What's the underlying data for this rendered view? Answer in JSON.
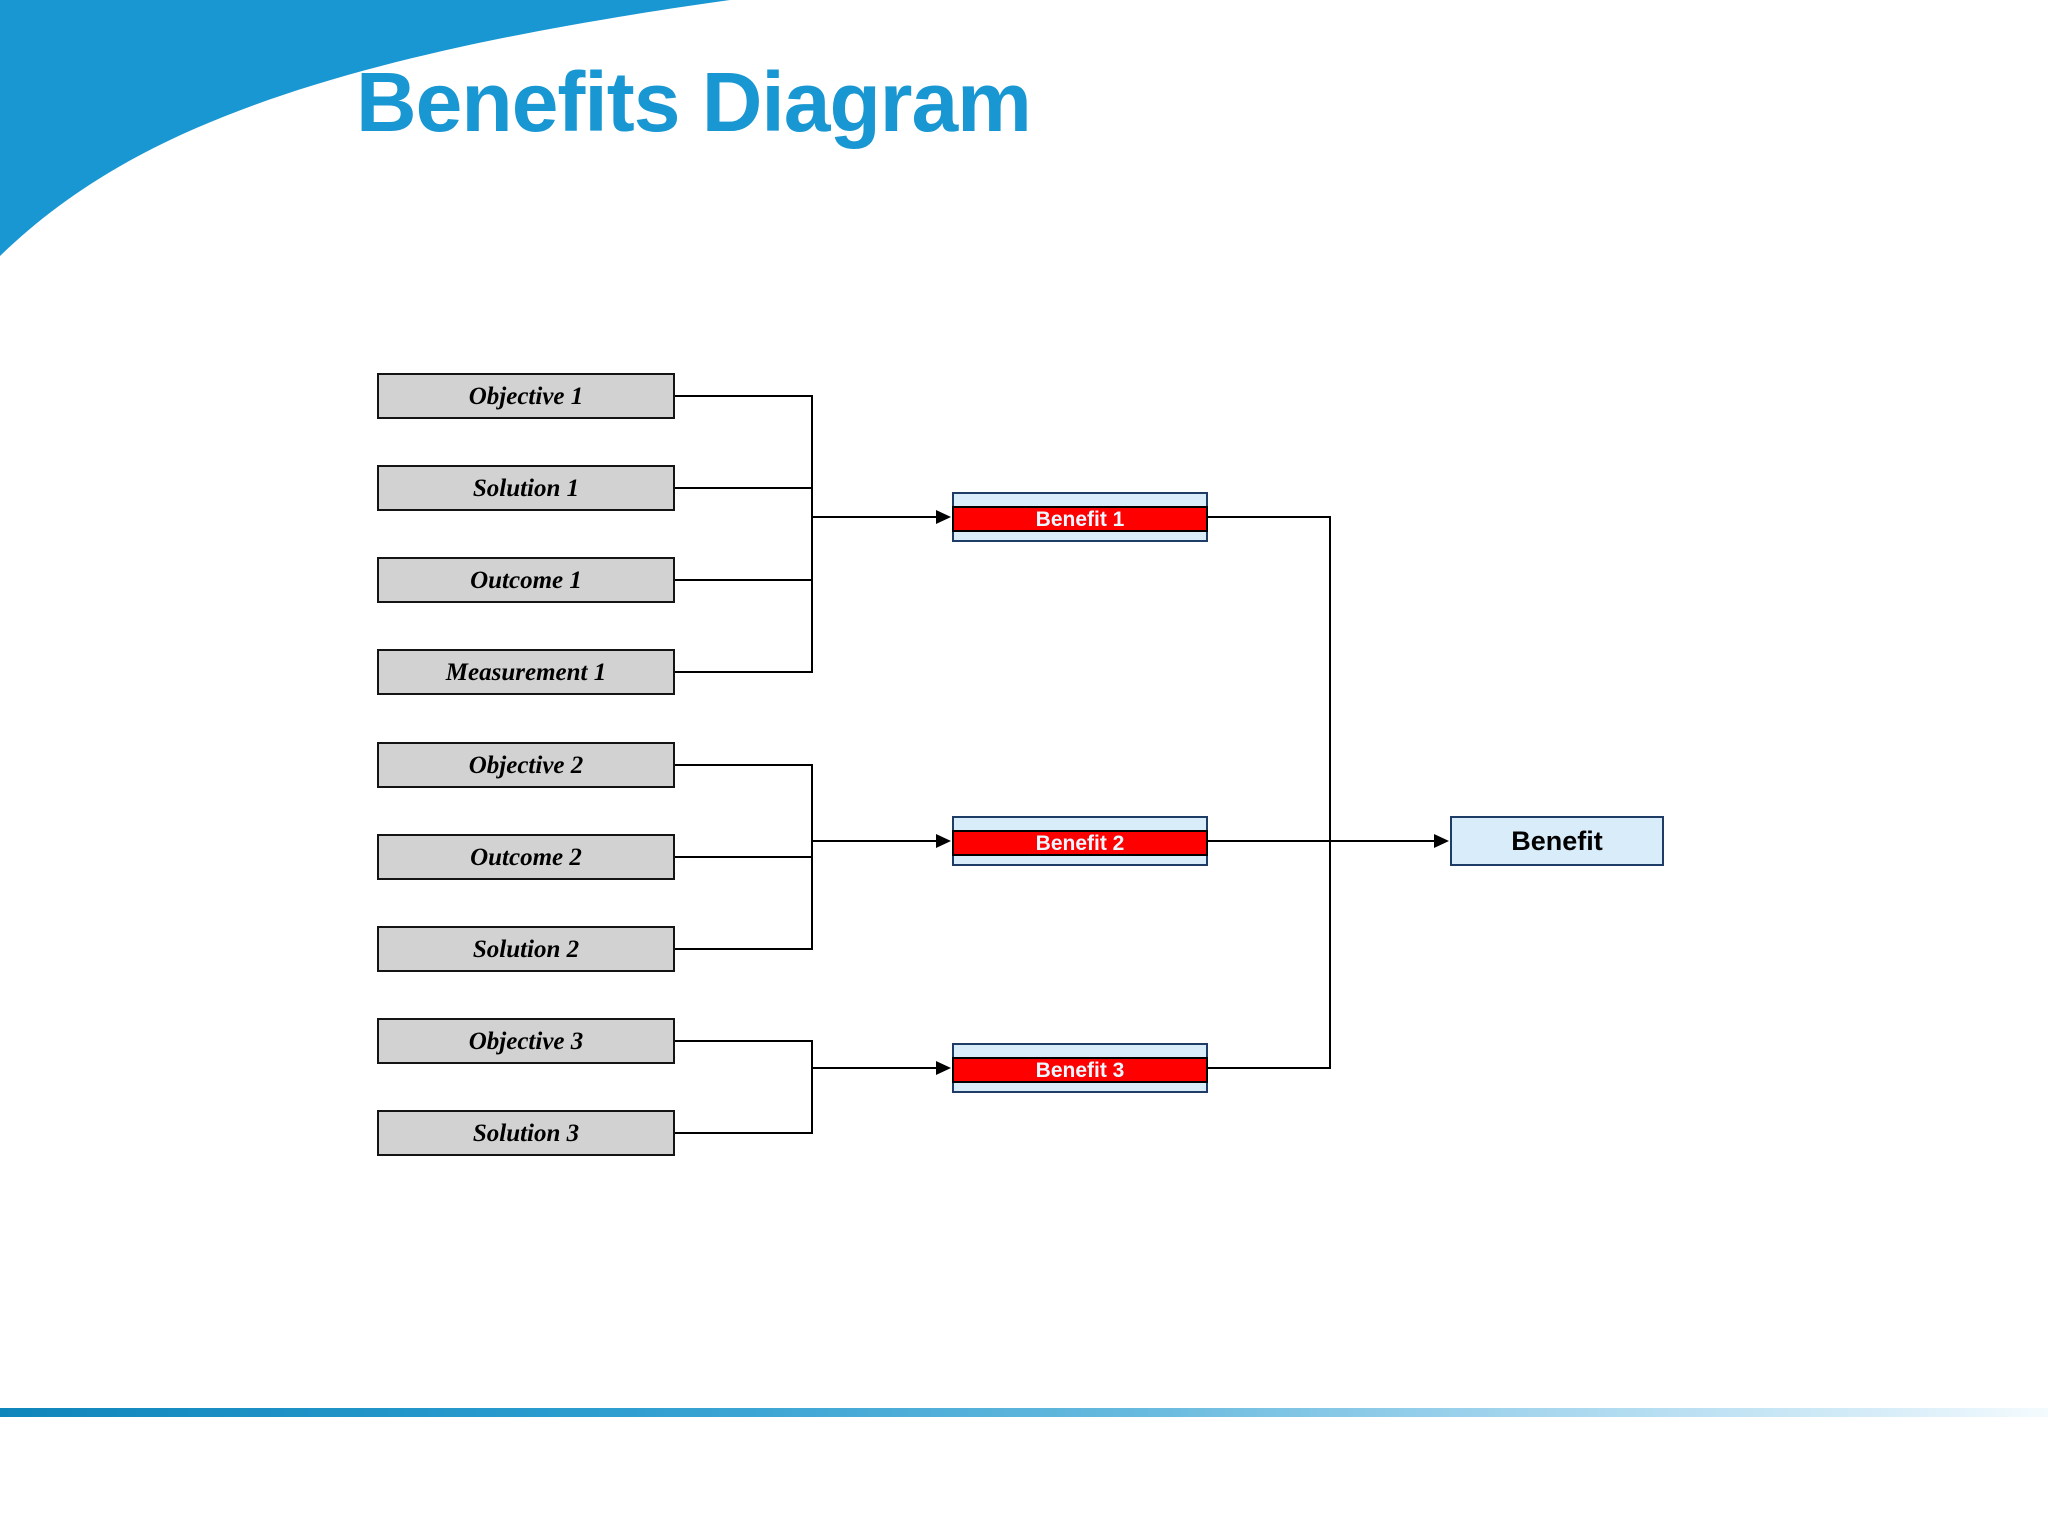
{
  "title": "Benefits Diagram",
  "input_boxes": [
    {
      "label": "Objective 1"
    },
    {
      "label": "Solution 1"
    },
    {
      "label": "Outcome 1"
    },
    {
      "label": "Measurement 1"
    },
    {
      "label": "Objective 2"
    },
    {
      "label": "Outcome 2"
    },
    {
      "label": "Solution 2"
    },
    {
      "label": "Objective 3"
    },
    {
      "label": "Solution 3"
    }
  ],
  "benefit_boxes": [
    {
      "label": "Benefit 1"
    },
    {
      "label": "Benefit 2"
    },
    {
      "label": "Benefit 3"
    }
  ],
  "final_box": {
    "label": "Benefit"
  },
  "connections": [
    {
      "from": [
        "Objective 1",
        "Solution 1",
        "Outcome 1",
        "Measurement 1"
      ],
      "to": "Benefit 1"
    },
    {
      "from": [
        "Objective 2",
        "Outcome 2",
        "Solution 2"
      ],
      "to": "Benefit 2"
    },
    {
      "from": [
        "Objective 3",
        "Solution 3"
      ],
      "to": "Benefit 3"
    },
    {
      "from": [
        "Benefit 1",
        "Benefit 2",
        "Benefit 3"
      ],
      "to": "Benefit"
    }
  ],
  "icons": {
    "arrowhead": "right-pointing-triangle",
    "swoosh": "curved-corner-accent"
  },
  "colors": {
    "accent_blue": "#1997d3",
    "input_box_fill": "#d2d2d2",
    "input_box_border": "#141414",
    "benefit_fill": "#d9ecfa",
    "benefit_border": "#1f3c67",
    "red_band": "#fe0000",
    "connector": "#000000",
    "footer_gradient_start": "#0f86bb",
    "footer_gradient_end": "#f4fbfe"
  }
}
